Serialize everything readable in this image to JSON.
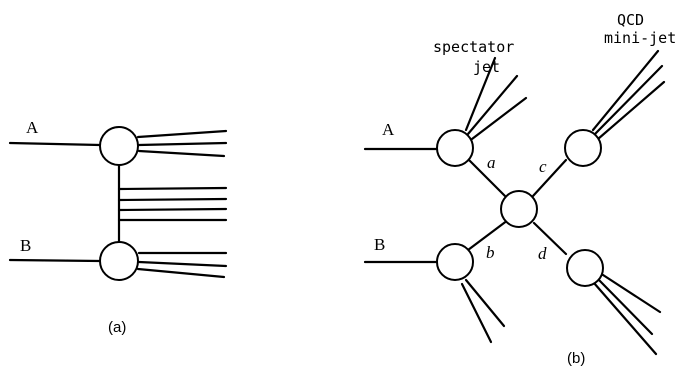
{
  "diagram_a": {
    "label_A": "A",
    "label_B": "B",
    "caption": "(a)"
  },
  "diagram_b": {
    "label_A": "A",
    "label_B": "B",
    "label_a": "a",
    "label_b": "b",
    "label_c": "c",
    "label_d": "d",
    "spectator_line1": "spectator",
    "spectator_line2": "jet",
    "qcd_line1": "QCD",
    "qcd_line2": "mini-jet",
    "caption": "(b)"
  }
}
